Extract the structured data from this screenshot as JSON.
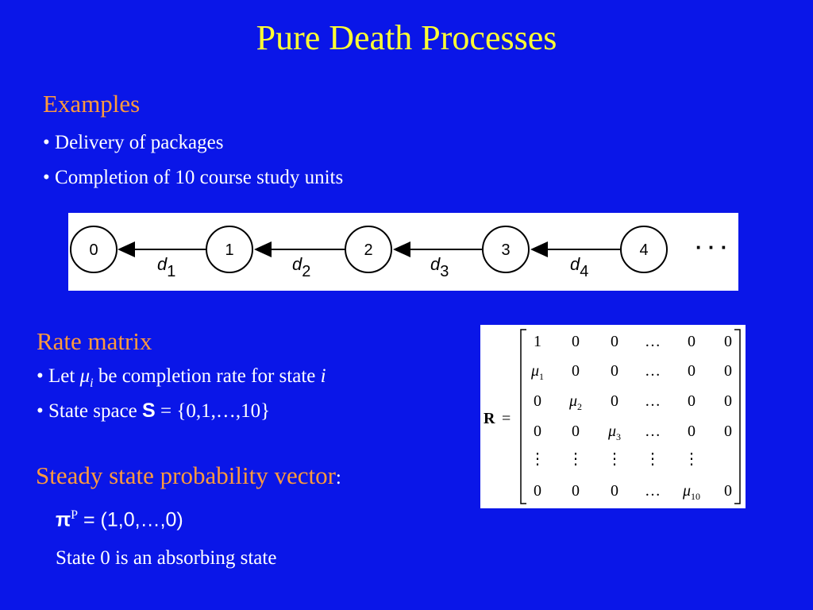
{
  "title": "Pure Death Processes",
  "examples": {
    "heading": "Examples",
    "bullets": [
      "Delivery of packages",
      "Completion of 10 course study units"
    ]
  },
  "diagram": {
    "states": [
      "0",
      "1",
      "2",
      "3",
      "4"
    ],
    "rates": [
      {
        "letter": "d",
        "sub": "1"
      },
      {
        "letter": "d",
        "sub": "2"
      },
      {
        "letter": "d",
        "sub": "3"
      },
      {
        "letter": "d",
        "sub": "4"
      }
    ],
    "continuation": "· · ·"
  },
  "rate_matrix": {
    "heading": "Rate matrix",
    "bullet1": {
      "pre": "Let ",
      "mu": "μ",
      "sub": "i",
      "mid": " be completion rate for state ",
      "var": "i"
    },
    "bullet2": {
      "pre": "State space ",
      "bold": "S",
      "post": " = {0,1,…,10}"
    }
  },
  "matrix": {
    "label": "R",
    "equals": "=",
    "rows": [
      [
        "1",
        "0",
        "0",
        "…",
        "0",
        "0"
      ],
      [
        "μ1",
        "0",
        "0",
        "…",
        "0",
        "0"
      ],
      [
        "0",
        "μ2",
        "0",
        "…",
        "0",
        "0"
      ],
      [
        "0",
        "0",
        "μ3",
        "…",
        "0",
        "0"
      ],
      [
        "⋮",
        "⋮",
        "⋮",
        "⋮",
        "⋮",
        ""
      ],
      [
        "0",
        "0",
        "0",
        "…",
        "μ10",
        "0"
      ]
    ]
  },
  "steady_state": {
    "heading": "Steady state probability vector",
    "colon": ":",
    "pi_symbol": "π",
    "pi_sup": "P",
    "pi_value": " = (1,0,…,0)",
    "note": "State 0 is an absorbing state"
  }
}
